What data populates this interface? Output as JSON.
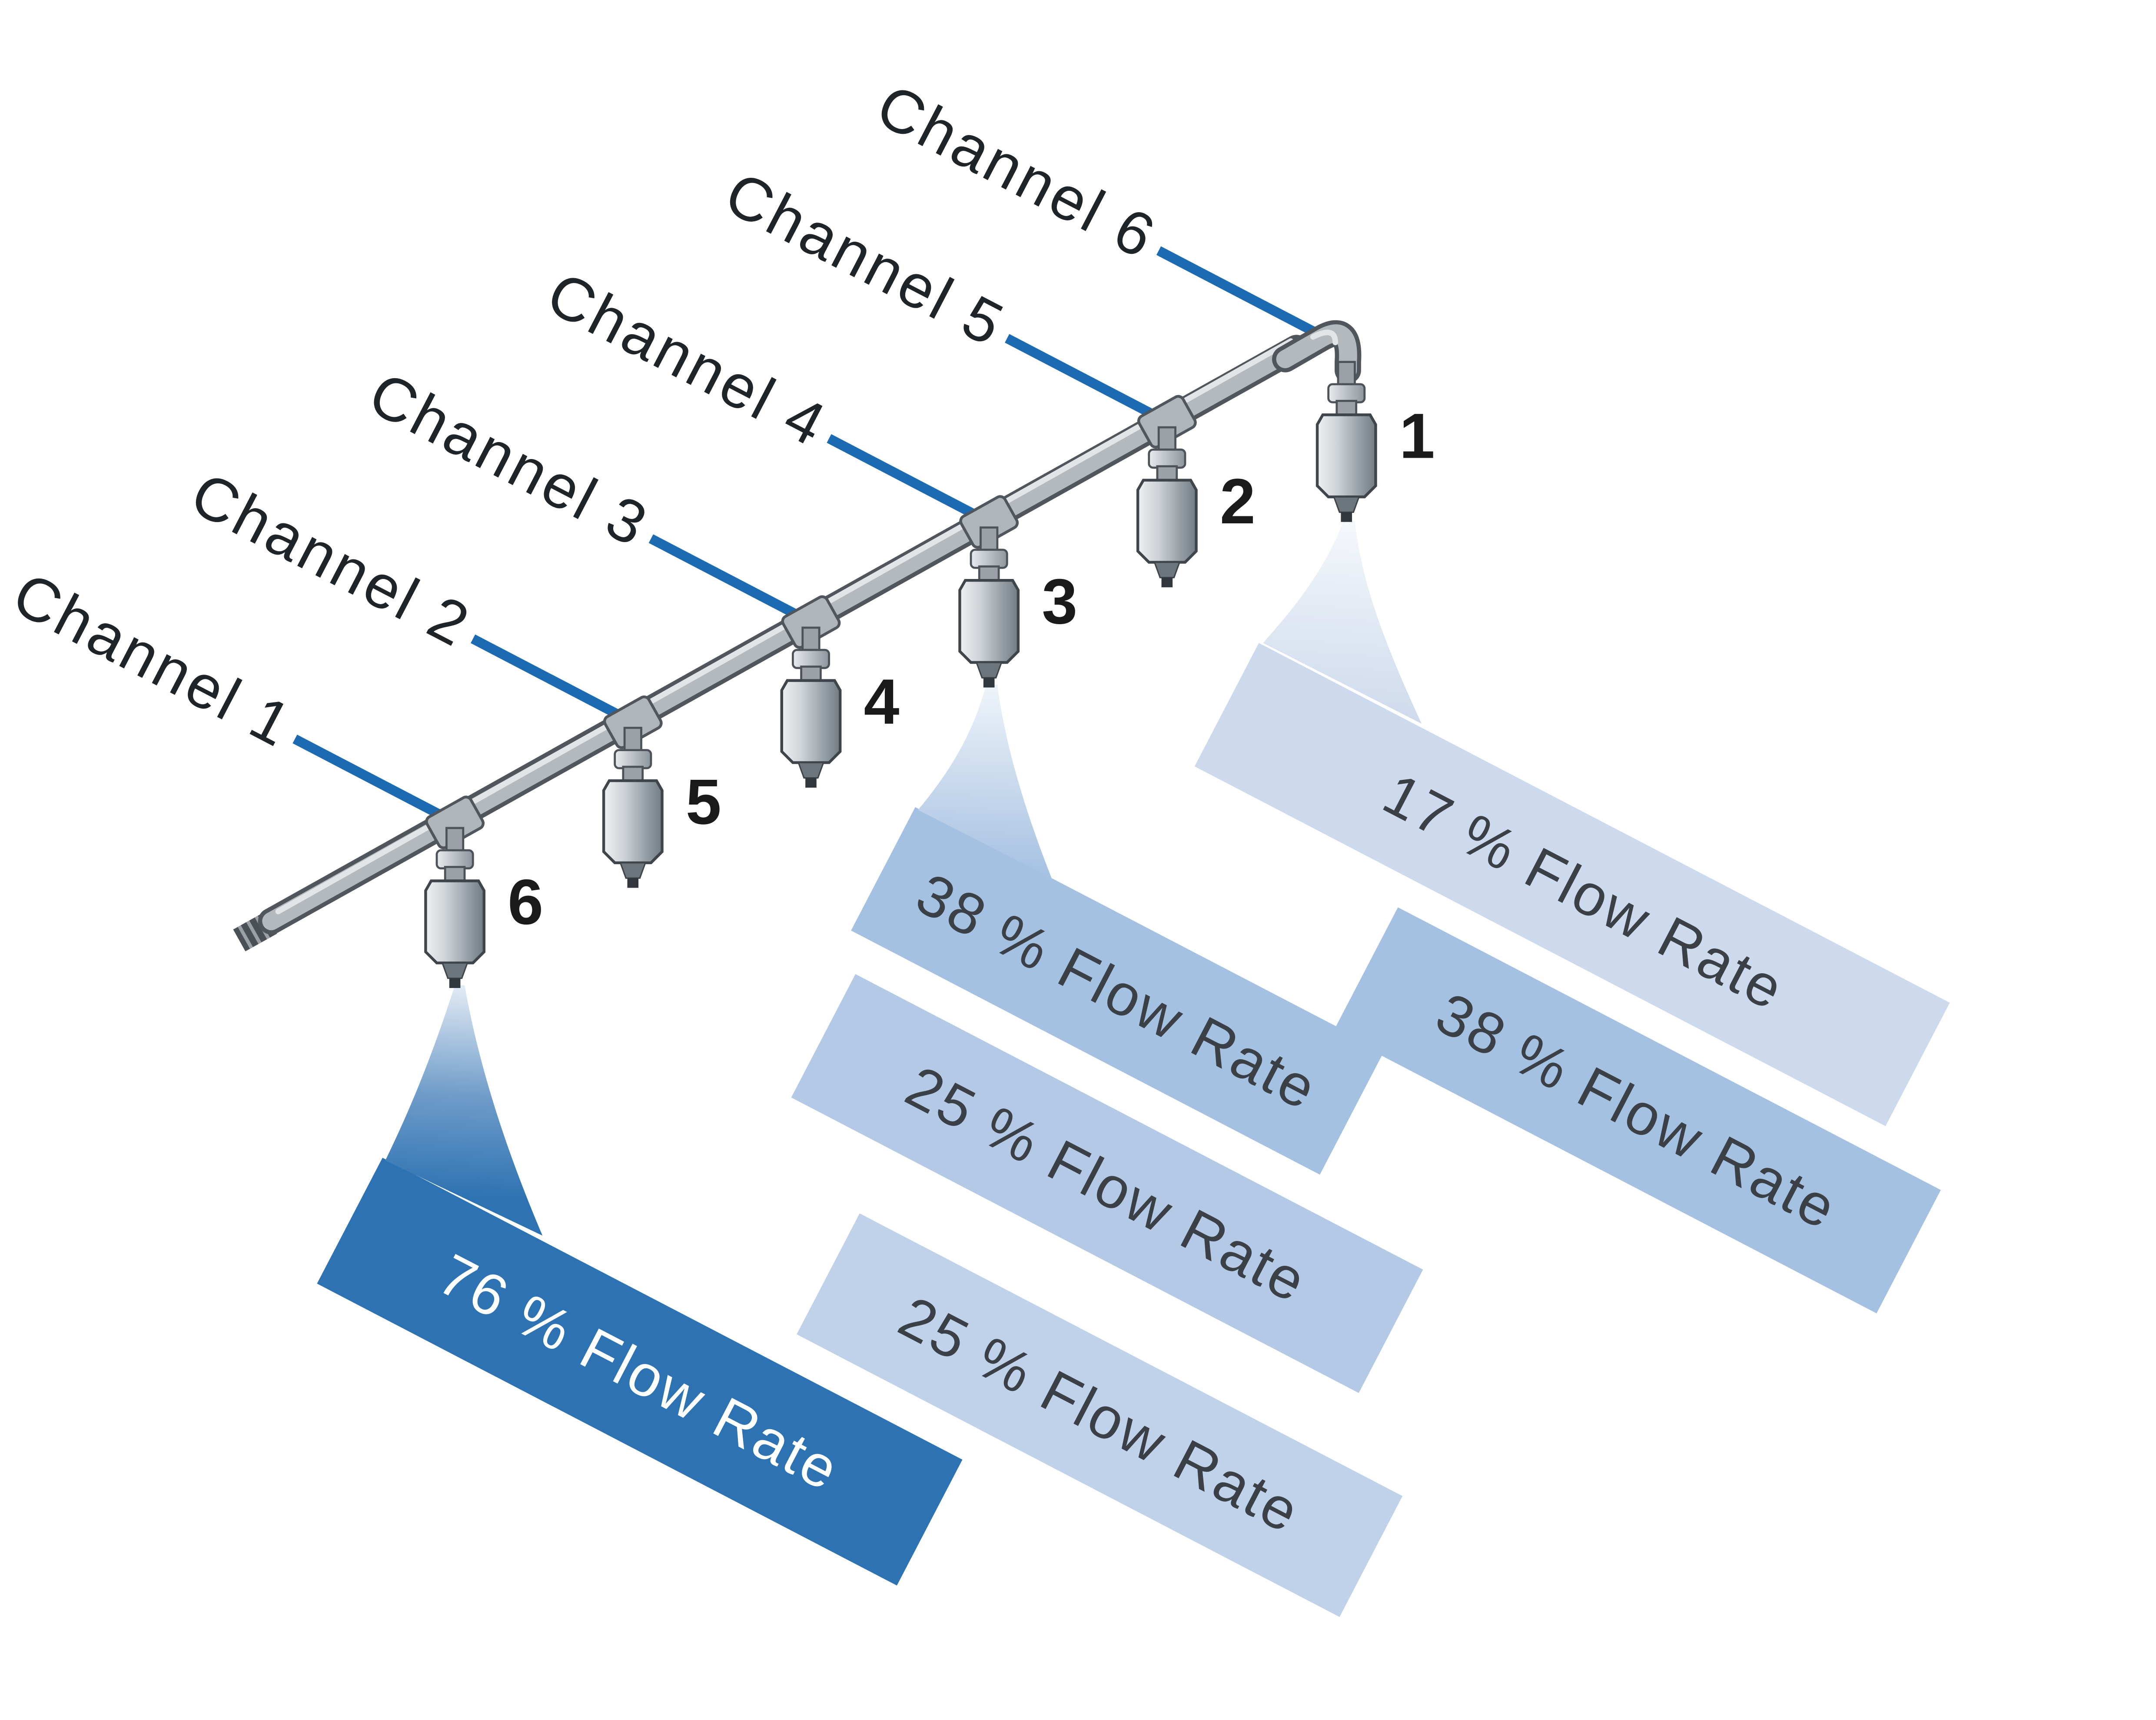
{
  "channels": [
    {
      "label": "Channel 1"
    },
    {
      "label": "Channel 2"
    },
    {
      "label": "Channel 3"
    },
    {
      "label": "Channel 4"
    },
    {
      "label": "Channel 5"
    },
    {
      "label": "Channel 6"
    }
  ],
  "nozzles": [
    {
      "number": "1"
    },
    {
      "number": "2"
    },
    {
      "number": "3"
    },
    {
      "number": "4"
    },
    {
      "number": "5"
    },
    {
      "number": "6"
    }
  ],
  "flow_ribbons": [
    {
      "label": "17 % Flow Rate",
      "color": "#cdd9ec",
      "text_color": "#3b4046"
    },
    {
      "label": "38 % Flow Rate",
      "color": "#a5c1e2",
      "text_color": "#3b4046"
    },
    {
      "label": "38 % Flow Rate",
      "color": "#a5c1e2",
      "text_color": "#3b4046"
    },
    {
      "label": "25 % Flow Rate",
      "color": "#b3c9e6",
      "text_color": "#3b4046"
    },
    {
      "label": "25 % Flow Rate",
      "color": "#bfd2ea",
      "text_color": "#3b4046"
    },
    {
      "label": "76 % Flow Rate",
      "color": "#2d72b2",
      "text_color": "#ffffff"
    }
  ],
  "colors": {
    "channel_line": "#1c6bb2",
    "pipe_body": "#b4b9be",
    "pipe_outline": "#50565b",
    "number_text": "#1a1a1a",
    "channel_text": "#1f2428"
  }
}
